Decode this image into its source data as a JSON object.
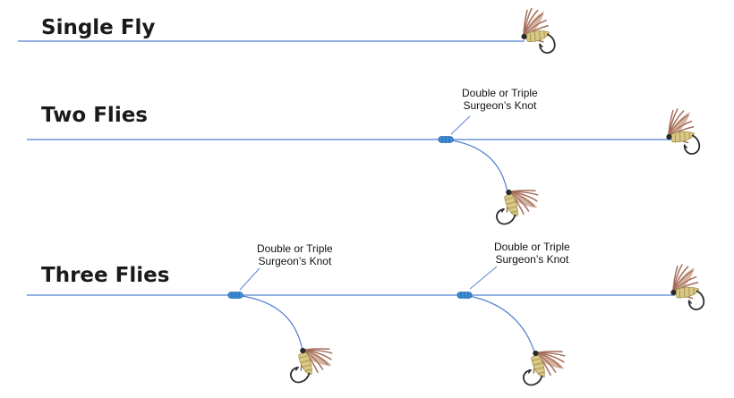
{
  "rigs": [
    {
      "title": "Single Fly",
      "knots": []
    },
    {
      "title": "Two Flies",
      "knots": [
        {
          "label_line1": "Double or Triple",
          "label_line2": "Surgeon’s Knot"
        }
      ]
    },
    {
      "title": "Three Flies",
      "knots": [
        {
          "label_line1": "Double or Triple",
          "label_line2": "Surgeon’s Knot"
        },
        {
          "label_line1": "Double or Triple",
          "label_line2": "Surgeon’s Knot"
        }
      ]
    }
  ],
  "colors": {
    "line": "#4f7fd0",
    "knot": "#3d8fd8",
    "hackle": "#9a5a44",
    "body": "#d9c986",
    "hook": "#2b2b2b",
    "pointer": "#5b82d6"
  },
  "icons": {
    "fly": "wet-fly-icon",
    "knot": "surgeons-knot-icon"
  }
}
